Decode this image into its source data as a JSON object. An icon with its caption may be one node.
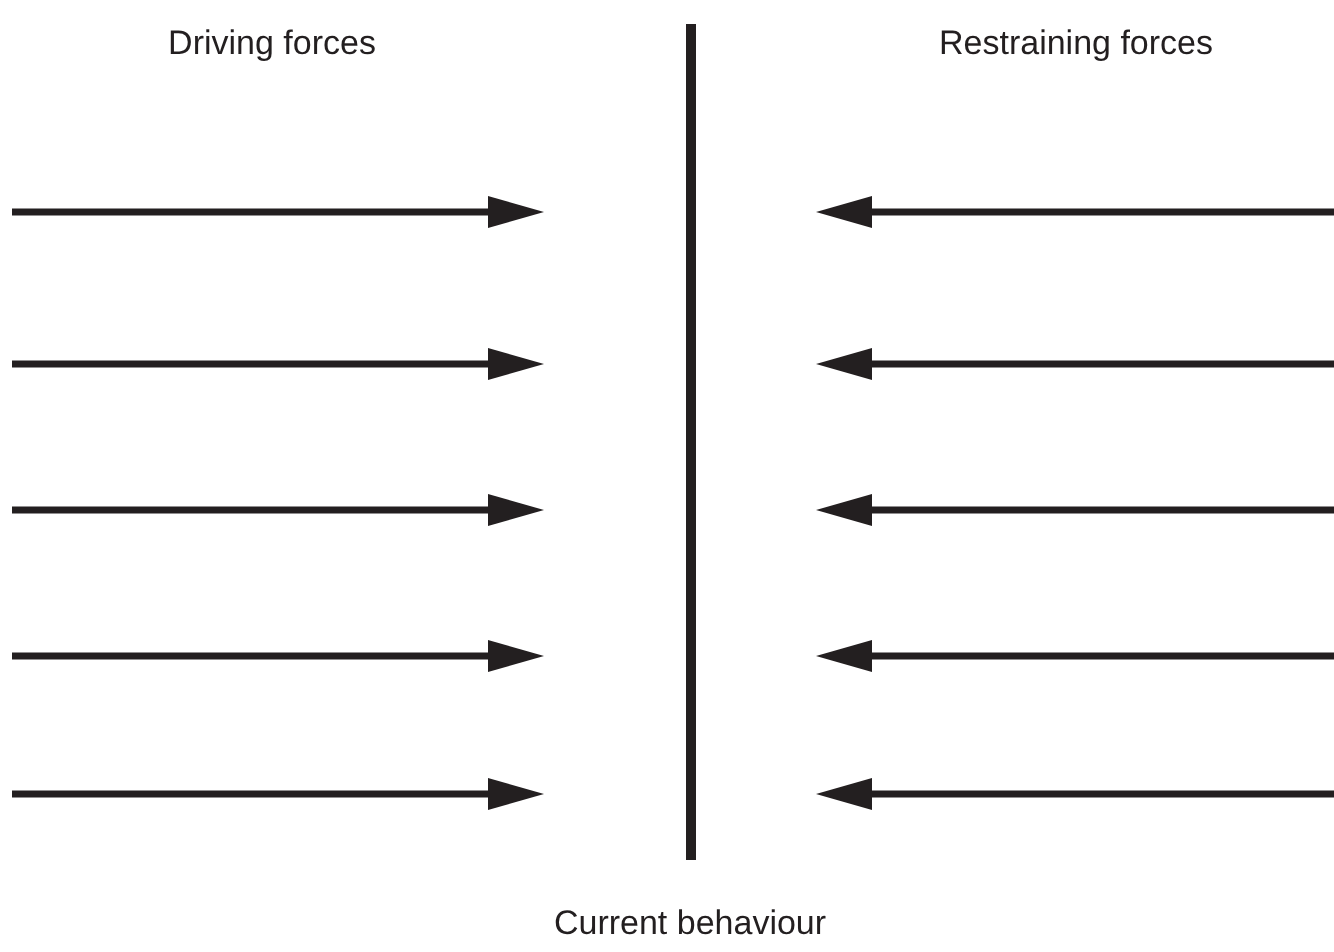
{
  "diagram": {
    "labels": [
      "Driving forces",
      "Restraining forces",
      "Current behaviour"
    ]
  }
}
